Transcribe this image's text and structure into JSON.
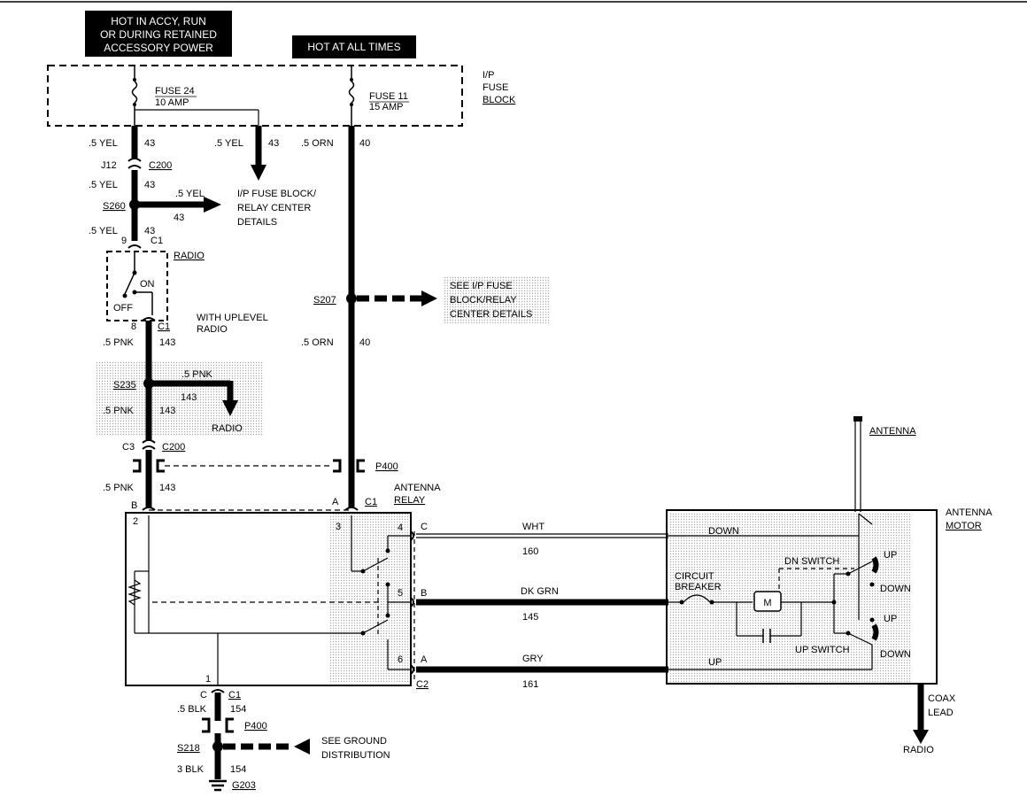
{
  "headers": {
    "accy_line1": "HOT IN ACCY, RUN",
    "accy_line2": "OR DURING RETAINED",
    "accy_line3": "ACCESSORY POWER",
    "all_times": "HOT AT ALL TIMES"
  },
  "fuse_block": {
    "label1": "I/P",
    "label2": "FUSE",
    "label3": "BLOCK",
    "fuse24_name": "FUSE 24",
    "fuse24_rating": "10 AMP",
    "fuse11_name": "FUSE 11",
    "fuse11_rating": "15 AMP"
  },
  "wires": {
    "yel": ".5 YEL",
    "yel_circuit": "43",
    "orn": ".5 ORN",
    "orn_circuit": "40",
    "pnk": ".5 PNK",
    "pnk_circuit": "143",
    "blk": ".5 BLK",
    "blk_circuit": "154",
    "blk3": "3 BLK",
    "wht": "WHT",
    "wht_circuit": "160",
    "dkgrn": "DK GRN",
    "dkgrn_circuit": "145",
    "gry": "GRY",
    "gry_circuit": "161"
  },
  "connectors": {
    "j12": "J12",
    "c200": "C200",
    "c1": "C1",
    "c2": "C2",
    "c3": "C3",
    "p400": "P400",
    "pin9": "9",
    "pin8": "8",
    "pin_b": "B",
    "pin_a": "A",
    "pin_c": "C",
    "pin2": "2",
    "pin3": "3",
    "pin4": "4",
    "pin5": "5",
    "pin6": "6",
    "pin1": "1"
  },
  "splices": {
    "s260": "S260",
    "s207": "S207",
    "s235": "S235",
    "s218": "S218",
    "g203": "G203"
  },
  "refs": {
    "fuse_details_1": "I/P FUSE BLOCK/",
    "fuse_details_2": "RELAY CENTER",
    "fuse_details_3": "DETAILS",
    "see_fuse_1": "SEE I/P FUSE",
    "see_fuse_2": "BLOCK/RELAY",
    "see_fuse_3": "CENTER DETAILS",
    "see_ground_1": "SEE GROUND",
    "see_ground_2": "DISTRIBUTION",
    "radio": "RADIO"
  },
  "components": {
    "radio": "RADIO",
    "on": "ON",
    "off": "OFF",
    "uplevel_1": "WITH UPLEVEL",
    "uplevel_2": "RADIO",
    "relay_1": "ANTENNA",
    "relay_2": "RELAY",
    "antenna": "ANTENNA",
    "motor_1": "ANTENNA",
    "motor_2": "MOTOR",
    "down": "DOWN",
    "up": "UP",
    "dn_switch": "DN SWITCH",
    "up_switch": "UP SWITCH",
    "breaker_1": "CIRCUIT",
    "breaker_2": "BREAKER",
    "motor_m": "M",
    "coax_1": "COAX",
    "coax_2": "LEAD",
    "coax_radio": "RADIO"
  }
}
